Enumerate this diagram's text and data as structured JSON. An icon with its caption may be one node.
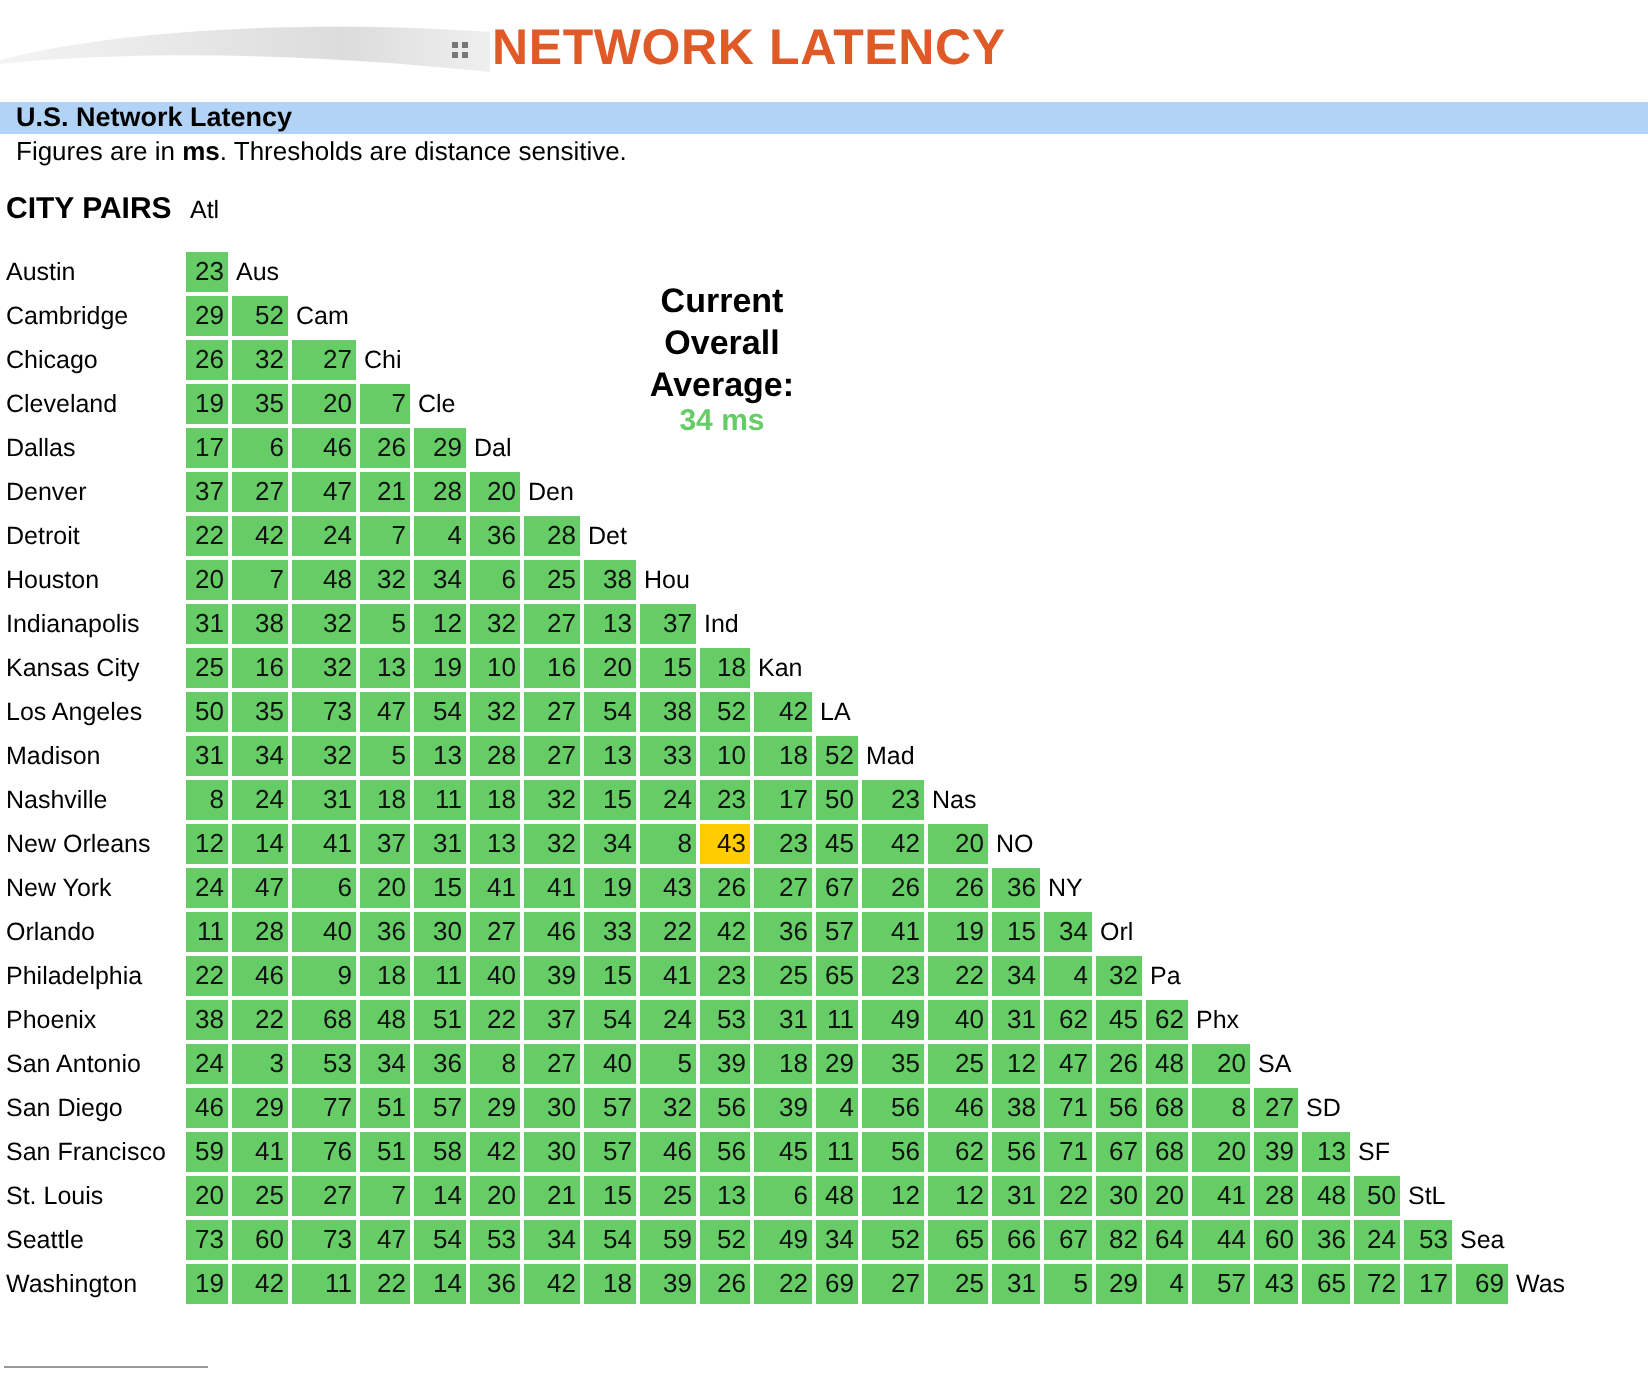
{
  "diagram": {
    "title": "NETWORK LATENCY",
    "labels": [
      "U.S. Network Latency",
      "Figures are in **ms**. Thresholds are distance sensitive.",
      "CITY PAIRS",
      "Atl",
      "Austin",
      "23",
      "Aus",
      "Cambridge",
      "29",
      "52",
      "Cam",
      "Chicago",
      "26",
      "32",
      "27",
      "Chi",
      "Cleveland",
      "19",
      "35",
      "20",
      "7",
      "Cle",
      "Dallas",
      "17",
      "6",
      "46",
      "26",
      "29",
      "Dal",
      "Denver",
      "37",
      "27",
      "47",
      "21",
      "28",
      "20",
      "Den",
      "Detroit",
      "22",
      "42",
      "24",
      "7",
      "4",
      "36",
      "28",
      "Det",
      "Houston",
      "20",
      "7",
      "48",
      "32",
      "34",
      "6",
      "25",
      "38",
      "Hou",
      "Indianapolis",
      "31",
      "38",
      "32",
      "5",
      "12",
      "32",
      "27",
      "13",
      "37",
      "Ind",
      "Kansas City",
      "25",
      "16",
      "32",
      "13",
      "19",
      "10",
      "16",
      "20",
      "15",
      "18",
      "Kan",
      "Los Angeles",
      "50",
      "35",
      "73",
      "47",
      "54",
      "32",
      "27",
      "54",
      "38",
      "52",
      "42",
      "LA",
      "Madison",
      "31",
      "34",
      "32",
      "5",
      "13",
      "28",
      "27",
      "13",
      "33",
      "10",
      "18",
      "52",
      "Mad",
      "Nashville",
      "8",
      "24",
      "31",
      "18",
      "11",
      "18",
      "32",
      "15",
      "24",
      "23",
      "17",
      "50",
      "23",
      "Nas",
      "New Orleans",
      "12",
      "14",
      "41",
      "37",
      "31",
      "13",
      "32",
      "34",
      "8",
      "43",
      "23",
      "45",
      "42",
      "20",
      "NO",
      "New York",
      "24",
      "47",
      "6",
      "20",
      "15",
      "41",
      "41",
      "19",
      "43",
      "26",
      "27",
      "67",
      "26",
      "26",
      "36",
      "NY",
      "Orlando",
      "11",
      "28",
      "40",
      "36",
      "30",
      "27",
      "46",
      "33",
      "22",
      "42",
      "36",
      "57",
      "41",
      "19",
      "15",
      "34",
      "Orl",
      "Philadelphia",
      "22",
      "46",
      "9",
      "18",
      "11",
      "40",
      "39",
      "15",
      "41",
      "23",
      "25",
      "65",
      "23",
      "22",
      "34",
      "4",
      "32",
      "Pa",
      "Phoenix",
      "38",
      "22",
      "68",
      "48",
      "51",
      "22",
      "37",
      "54",
      "24",
      "53",
      "31",
      "11",
      "49",
      "40",
      "31",
      "62",
      "45",
      "62",
      "Phx",
      "San Antonio",
      "24",
      "3",
      "53",
      "34",
      "36",
      "8",
      "27",
      "40",
      "5",
      "39",
      "18",
      "29",
      "35",
      "25",
      "12",
      "47",
      "26",
      "48",
      "20",
      "SA",
      "San Diego",
      "46",
      "29",
      "77",
      "51",
      "57",
      "29",
      "30",
      "57",
      "32",
      "56",
      "39",
      "4",
      "56",
      "46",
      "38",
      "71",
      "56",
      "68",
      "8",
      "27",
      "SD",
      "San Francisco",
      "59",
      "41",
      "76",
      "51",
      "58",
      "42",
      "30",
      "57",
      "46",
      "56",
      "45",
      "11",
      "56",
      "62",
      "56",
      "71",
      "67",
      "68",
      "20",
      "39",
      "13",
      "SF",
      "St. Louis",
      "20",
      "25",
      "27",
      "7",
      "14",
      "20",
      "21",
      "15",
      "25",
      "13",
      "6",
      "48",
      "12",
      "12",
      "31",
      "22",
      "30",
      "20",
      "41",
      "28",
      "48",
      "50",
      "StL",
      "Seattle",
      "73",
      "60",
      "73",
      "47",
      "54",
      "53",
      "34",
      "54",
      "59",
      "52",
      "49",
      "34",
      "52",
      "65",
      "66",
      "67",
      "82",
      "64",
      "44",
      "60",
      "36",
      "24",
      "53",
      "Sea",
      "Washington",
      "19",
      "42",
      "11",
      "22",
      "14",
      "36",
      "42",
      "18",
      "39",
      "26",
      "22",
      "69",
      "27",
      "25",
      "31",
      "5",
      "29",
      "4",
      "57",
      "43",
      "65",
      "72",
      "17",
      "69",
      "Was",
      "Current Overall Average:",
      "34 ms"
    ]
  }
}
